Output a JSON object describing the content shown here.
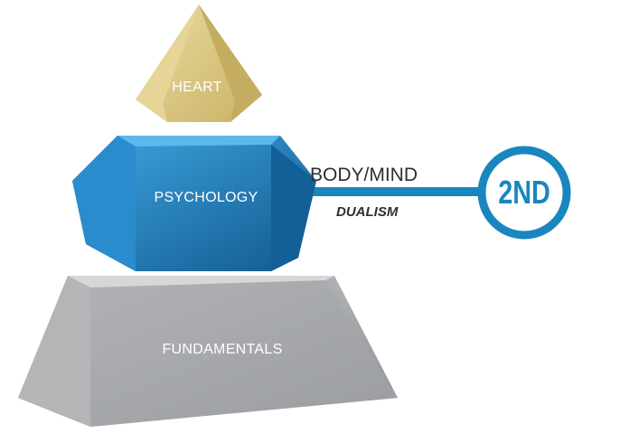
{
  "pyramid": {
    "levels": [
      {
        "label": "HEART",
        "color": "#d9c57e"
      },
      {
        "label": "PSYCHOLOGY",
        "color": "#1a7fc0"
      },
      {
        "label": "FUNDAMENTALS",
        "color": "#a8aaad"
      }
    ]
  },
  "callout": {
    "title": "BODY/MIND",
    "subtitle": "DUALISM",
    "badge": "2ND",
    "color": "#1a86bf"
  }
}
